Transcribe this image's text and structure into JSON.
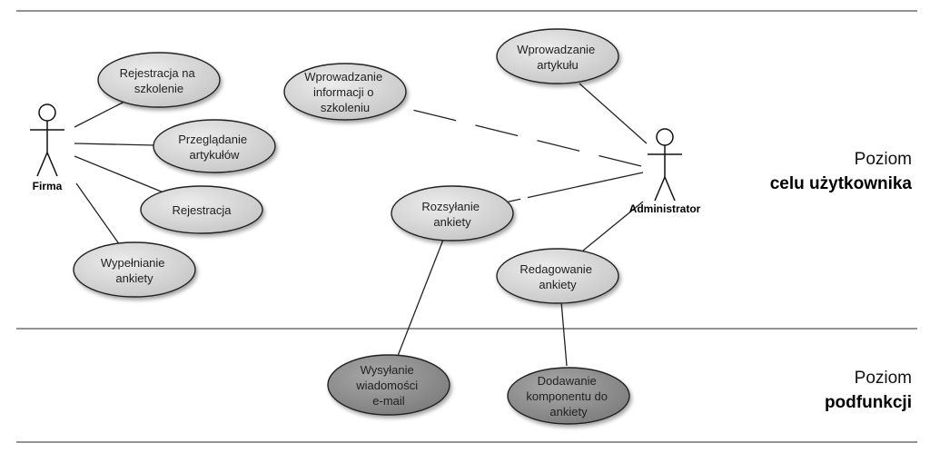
{
  "levels": {
    "user_goal": {
      "line1": "Poziom",
      "line2": "celu użytkownika"
    },
    "subfunction": {
      "line1": "Poziom",
      "line2": "podfunkcji"
    }
  },
  "actors": {
    "firma": {
      "name": "Firma"
    },
    "admin": {
      "name": "Administrator"
    }
  },
  "use_cases": {
    "rejestracja_szkolenie": {
      "lines": [
        "Rejestracja na",
        "szkolenie"
      ]
    },
    "przegladanie": {
      "lines": [
        "Przeglądanie",
        "artykułów"
      ]
    },
    "rejestracja": {
      "lines": [
        "Rejestracja"
      ]
    },
    "wypelnianie": {
      "lines": [
        "Wypełnianie",
        "ankiety"
      ]
    },
    "wprowadzanie_info": {
      "lines": [
        "Wprowadzanie",
        "informacji o",
        "szkoleniu"
      ]
    },
    "wprowadzanie_art": {
      "lines": [
        "Wprowadzanie",
        "artykułu"
      ]
    },
    "rozsylanie": {
      "lines": [
        "Rozsyłanie",
        "ankiety"
      ]
    },
    "redagowanie": {
      "lines": [
        "Redagowanie",
        "ankiety"
      ]
    },
    "wysylanie": {
      "lines": [
        "Wysyłanie",
        "wiadomości",
        "e-mail"
      ]
    },
    "dodawanie": {
      "lines": [
        "Dodawanie",
        "komponentu do",
        "ankiety"
      ]
    }
  },
  "colors": {
    "goal_fill": "#d4d4d4",
    "subfunction_fill": "#8e8e8e",
    "stroke": "#222222"
  }
}
